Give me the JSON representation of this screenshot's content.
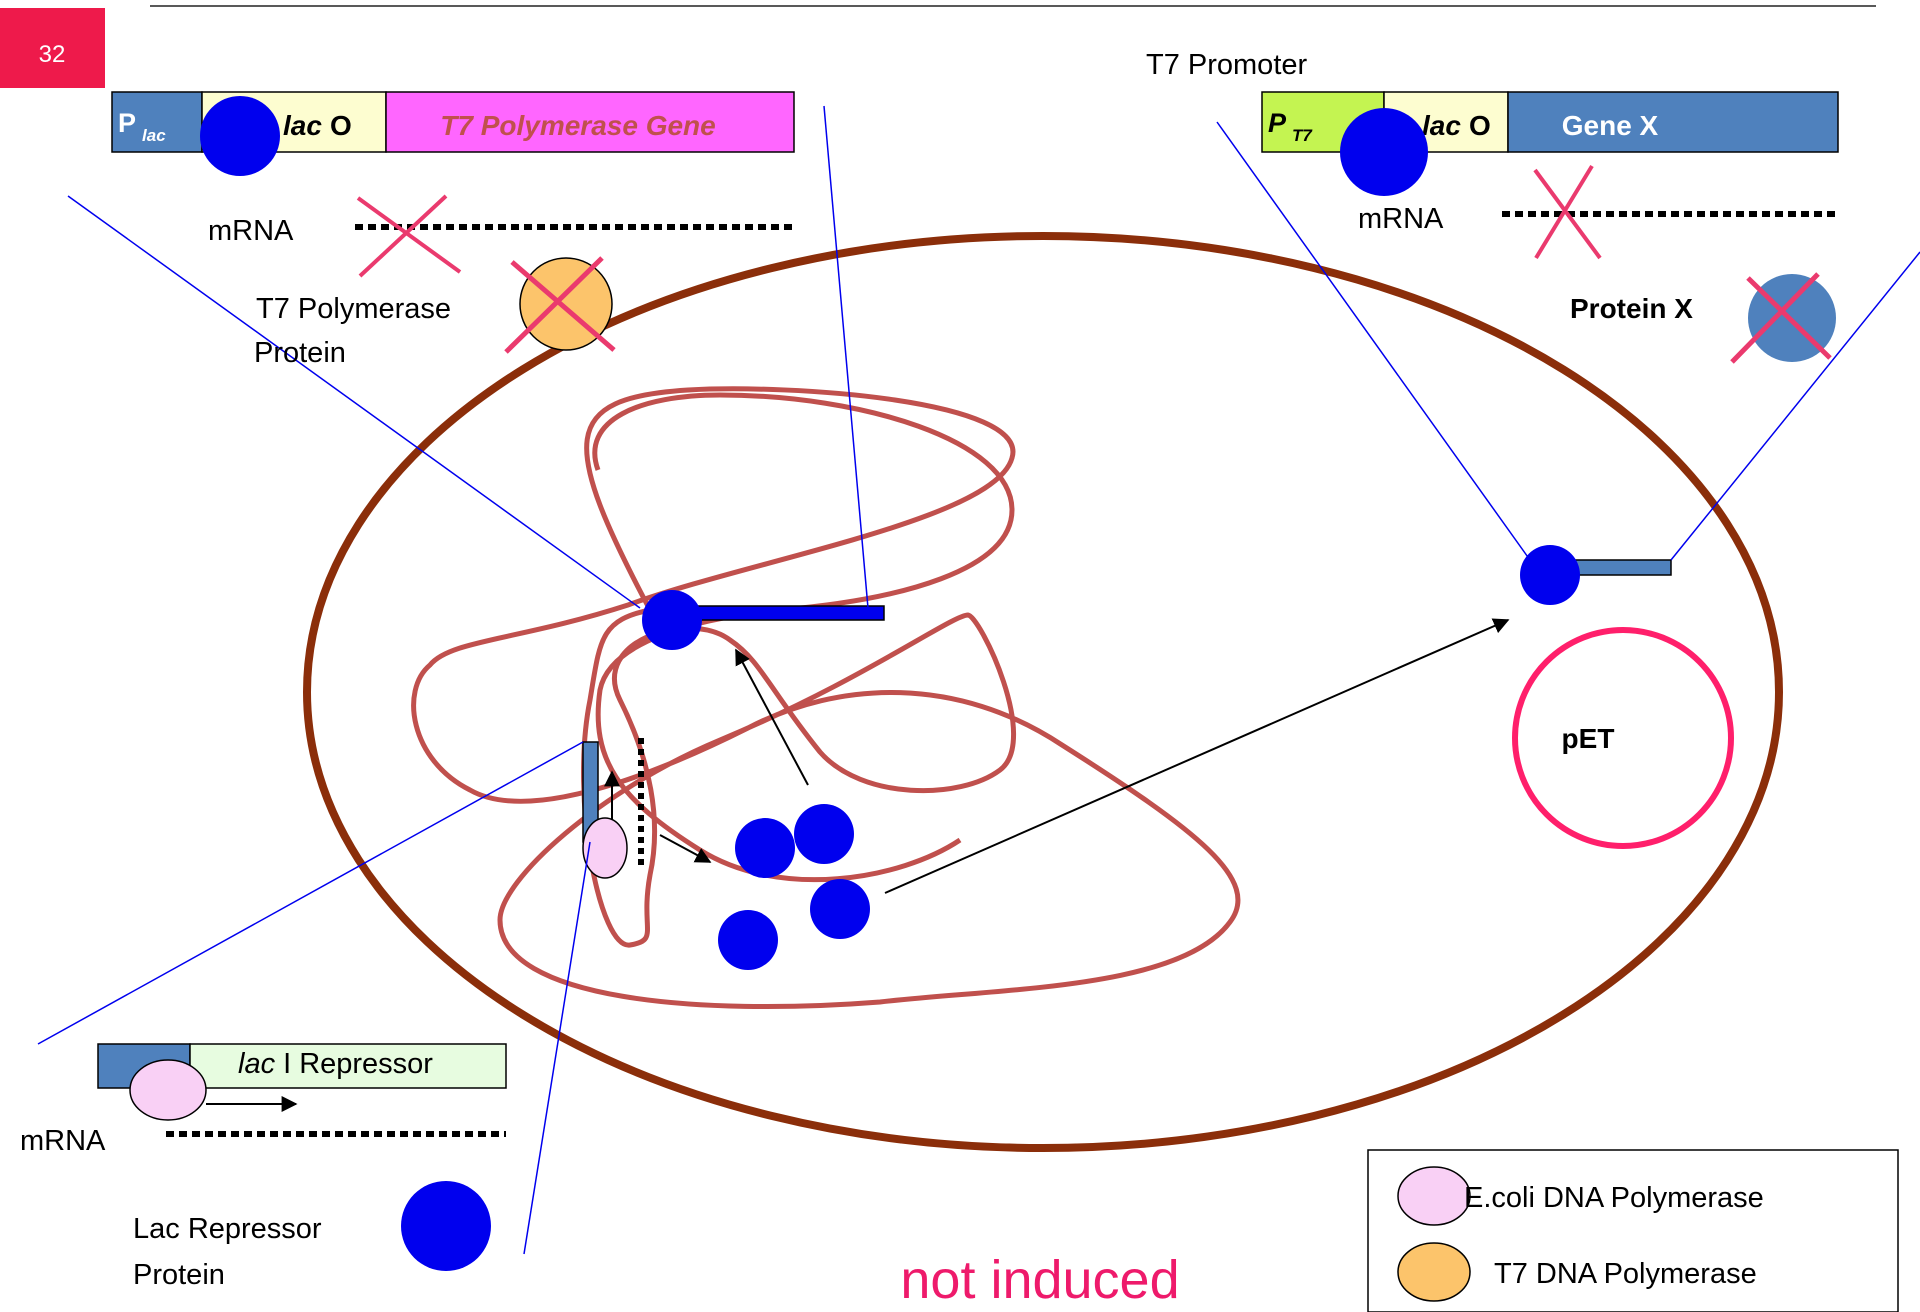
{
  "slide_number": "32",
  "caption": "not induced",
  "lac_operon": {
    "promoter_label": "P",
    "promoter_sub": "lac",
    "operator_italic": "lac",
    "operator_label": "O",
    "gene_label": "T7 Polymerase Gene",
    "mrna_label": "mRNA",
    "protein_label_line1": "T7 Polymerase",
    "protein_label_line2": "Protein"
  },
  "t7_construct": {
    "title": "T7 Promoter",
    "promoter_label": "P",
    "promoter_sub": "T7",
    "operator_italic": "lac",
    "operator_label": "O",
    "gene_label": "Gene X",
    "mrna_label": "mRNA",
    "protein_label": "Protein X"
  },
  "plasmid": {
    "label": "pET"
  },
  "laci": {
    "gene_italic": "lac",
    "gene_label": "I Repressor",
    "mrna_label": "mRNA",
    "protein_label_line1": "Lac Repressor",
    "protein_label_line2": "Protein"
  },
  "legend": {
    "items": [
      {
        "label": "E.coli DNA Polymerase",
        "color": "#f9d0f5"
      },
      {
        "label": "T7 DNA Polymerase",
        "color": "#fcc46b"
      }
    ]
  },
  "colors": {
    "repressor": "#0000ee",
    "cell_wall": "#8b2e0a",
    "chromosome": "#c0504d",
    "plasmid": "#ff1f6b",
    "guide_line": "#0000ee",
    "cross": "#ea3a6e",
    "lac_promoter": "#4f81bd",
    "lac_operator": "#fdfdd0",
    "t7_gene": "#ff66ff",
    "t7_promoter": "#c4f451",
    "laci_gene": "#e7fce0",
    "caption": "#ee1a6b"
  }
}
